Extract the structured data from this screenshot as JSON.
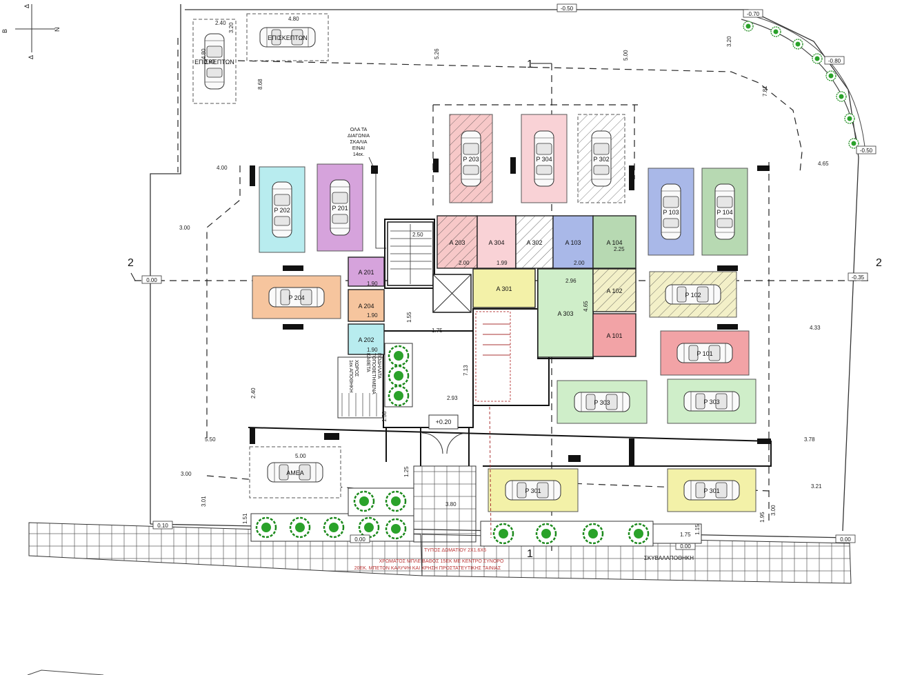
{
  "compass": {
    "b": "B",
    "n": "N",
    "d": "Δ"
  },
  "plan_text": {
    "stairs_note": [
      "ΟΛΑ ΤΑ",
      "ΔΙΑΓΩΝΙΑ",
      "ΣΚΑΛΙΑ",
      "ΕΙΝΑΙ",
      "14εκ."
    ],
    "bike_storage": "ΠΟΔΗΛΑΤΑ",
    "bike_storage_2": "ΤΟΠΟΘΕΤΗΜΕΝΑ",
    "bike_storage_3": "ΚΑΘΕΤΑ",
    "storage_room": "1εκ ΑΠΟΘΗΚΗ",
    "storage_room_2": "ΧΩΡΟΣ",
    "bin_store": "ΣΚΥΒΑΛΑΠΟΘΗΚΗ",
    "entrance_level": "+0.20",
    "section_1": "1",
    "section_2": "2",
    "level_labels": [
      "-0.50",
      "-0.70",
      "-0.80",
      "-0.50",
      "0.00",
      "-0.35",
      "0.10",
      "0.00",
      "0.00",
      "0.00"
    ],
    "footnote_1": "ΤΥΠΟΣ ΔΩΜΑΤΙΟΥ 2Χ1.6Χ6",
    "footnote_2": "ΧΡΩΜΑΤΟΣ ΜΠΛΕ ΒΑΘΟΣ 15ΕΚ ΜΕ ΚΕΝΤΡΟ ΣΥΝΟΡΟ",
    "footnote_3": "20ΕΚ. ΜΠΕΤΟΝ ΚΑΛΥΨΗ ΚΑΙ ΧΡΗΣΗ ΠΡΟΣΤΑΤΕΥΤΙΚΗΣ ΤΑΙΝΙΑΣ"
  },
  "parking": [
    {
      "label": "ΕΠΙΣΚΕΠΤΩΝ",
      "color": "#ffffff",
      "hatch": false
    },
    {
      "label": "ΕΠΙΣΚΕΠΤΩΝ",
      "color": "#ffffff",
      "hatch": false
    },
    {
      "label": "P 203",
      "color": "#f7c8c8",
      "hatch": true
    },
    {
      "label": "P 304",
      "color": "#f9d2d6",
      "hatch": false
    },
    {
      "label": "P 302",
      "color": "#ffffff",
      "hatch": true
    },
    {
      "label": "P 201",
      "color": "#d6a3dc",
      "hatch": false
    },
    {
      "label": "P 202",
      "color": "#b8ecef",
      "hatch": false
    },
    {
      "label": "P 103",
      "color": "#a9b8e8",
      "hatch": false
    },
    {
      "label": "P 104",
      "color": "#b7d9b2",
      "hatch": false
    },
    {
      "label": "P 204",
      "color": "#f6c59e",
      "hatch": false
    },
    {
      "label": "P 102",
      "color": "#f3f0c8",
      "hatch": true
    },
    {
      "label": "P 101",
      "color": "#f2a3a6",
      "hatch": false
    },
    {
      "label": "P 303",
      "color": "#cfeec9",
      "hatch": false
    },
    {
      "label": "P 303",
      "color": "#cfeec9",
      "hatch": false
    },
    {
      "label": "ΑΜΕΑ",
      "color": "#ffffff",
      "hatch": false
    },
    {
      "label": "P 301",
      "color": "#f3f1a8",
      "hatch": false
    },
    {
      "label": "P 301",
      "color": "#f3f1a8",
      "hatch": false
    }
  ],
  "storage": [
    {
      "label": "A 203",
      "color": "#f7c8c8",
      "hatch": true
    },
    {
      "label": "A 304",
      "color": "#f9d2d6",
      "hatch": false
    },
    {
      "label": "A 302",
      "color": "#ffffff",
      "hatch": true
    },
    {
      "label": "A 103",
      "color": "#a9b8e8",
      "hatch": false
    },
    {
      "label": "A 104",
      "color": "#b7d9b2",
      "hatch": false
    },
    {
      "label": "A 201",
      "color": "#d6a3dc",
      "hatch": false
    },
    {
      "label": "A 204",
      "color": "#f6c59e",
      "hatch": false
    },
    {
      "label": "A 202",
      "color": "#b8ecef",
      "hatch": false
    },
    {
      "label": "A 301",
      "color": "#f3f1a8",
      "hatch": false
    },
    {
      "label": "A 303",
      "color": "#cfeec9",
      "hatch": false
    },
    {
      "label": "A 102",
      "color": "#f3f0c8",
      "hatch": true
    },
    {
      "label": "A 101",
      "color": "#f2a3a6",
      "hatch": false
    }
  ],
  "dimensions": [
    "4.80",
    "3.20",
    "2.40",
    "4.80",
    "3.00",
    "8.68",
    "5.26",
    "5.00",
    "3.20",
    "7.81",
    "4.00",
    "3.00",
    "4.65",
    "4.33",
    "5.50",
    "3.78",
    "3.00",
    "3.01",
    "1.51",
    "3.80",
    "1.95",
    "3.00",
    "3.21",
    "2.93",
    "7.13",
    "1.55",
    "1.75",
    "1.58",
    "2.50",
    "2.96",
    "4.65",
    "1.90",
    "1.90",
    "1.90",
    "2.00",
    "1.99",
    "2.00",
    "2.25",
    "1.75",
    "1.15",
    "1.25",
    "5.00",
    "2.40"
  ]
}
